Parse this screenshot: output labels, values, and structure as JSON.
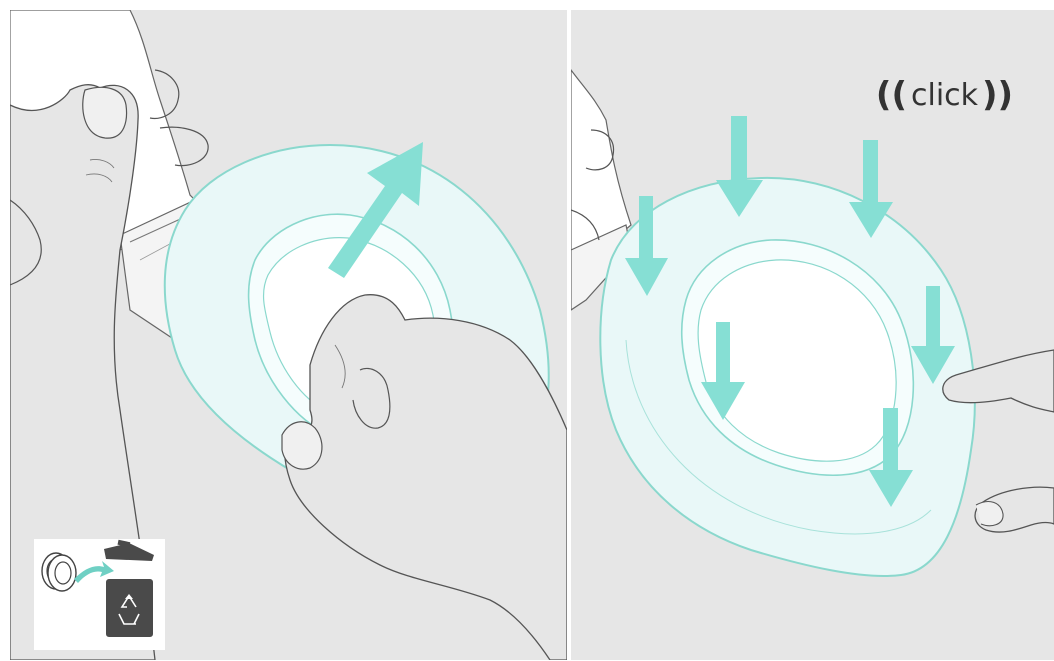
{
  "diagram": {
    "steps": [
      {
        "id": "remove",
        "arrow_color": "#86dfd4",
        "cushion_color": "#e9f8f8"
      },
      {
        "id": "attach"
      }
    ],
    "sound": {
      "wave_left": "((",
      "word": "click",
      "wave_right": "))"
    },
    "icons": [
      "earpad-icon",
      "trash-bin-icon",
      "recycle-icon"
    ],
    "colors": {
      "panel_bg": "#e6e6e6",
      "cushion_fill": "#e9f8f8",
      "cushion_stroke": "#8ad8cd",
      "arrow": "#86dfd4",
      "bin": "#4a4a4a",
      "line": "#555555"
    }
  }
}
